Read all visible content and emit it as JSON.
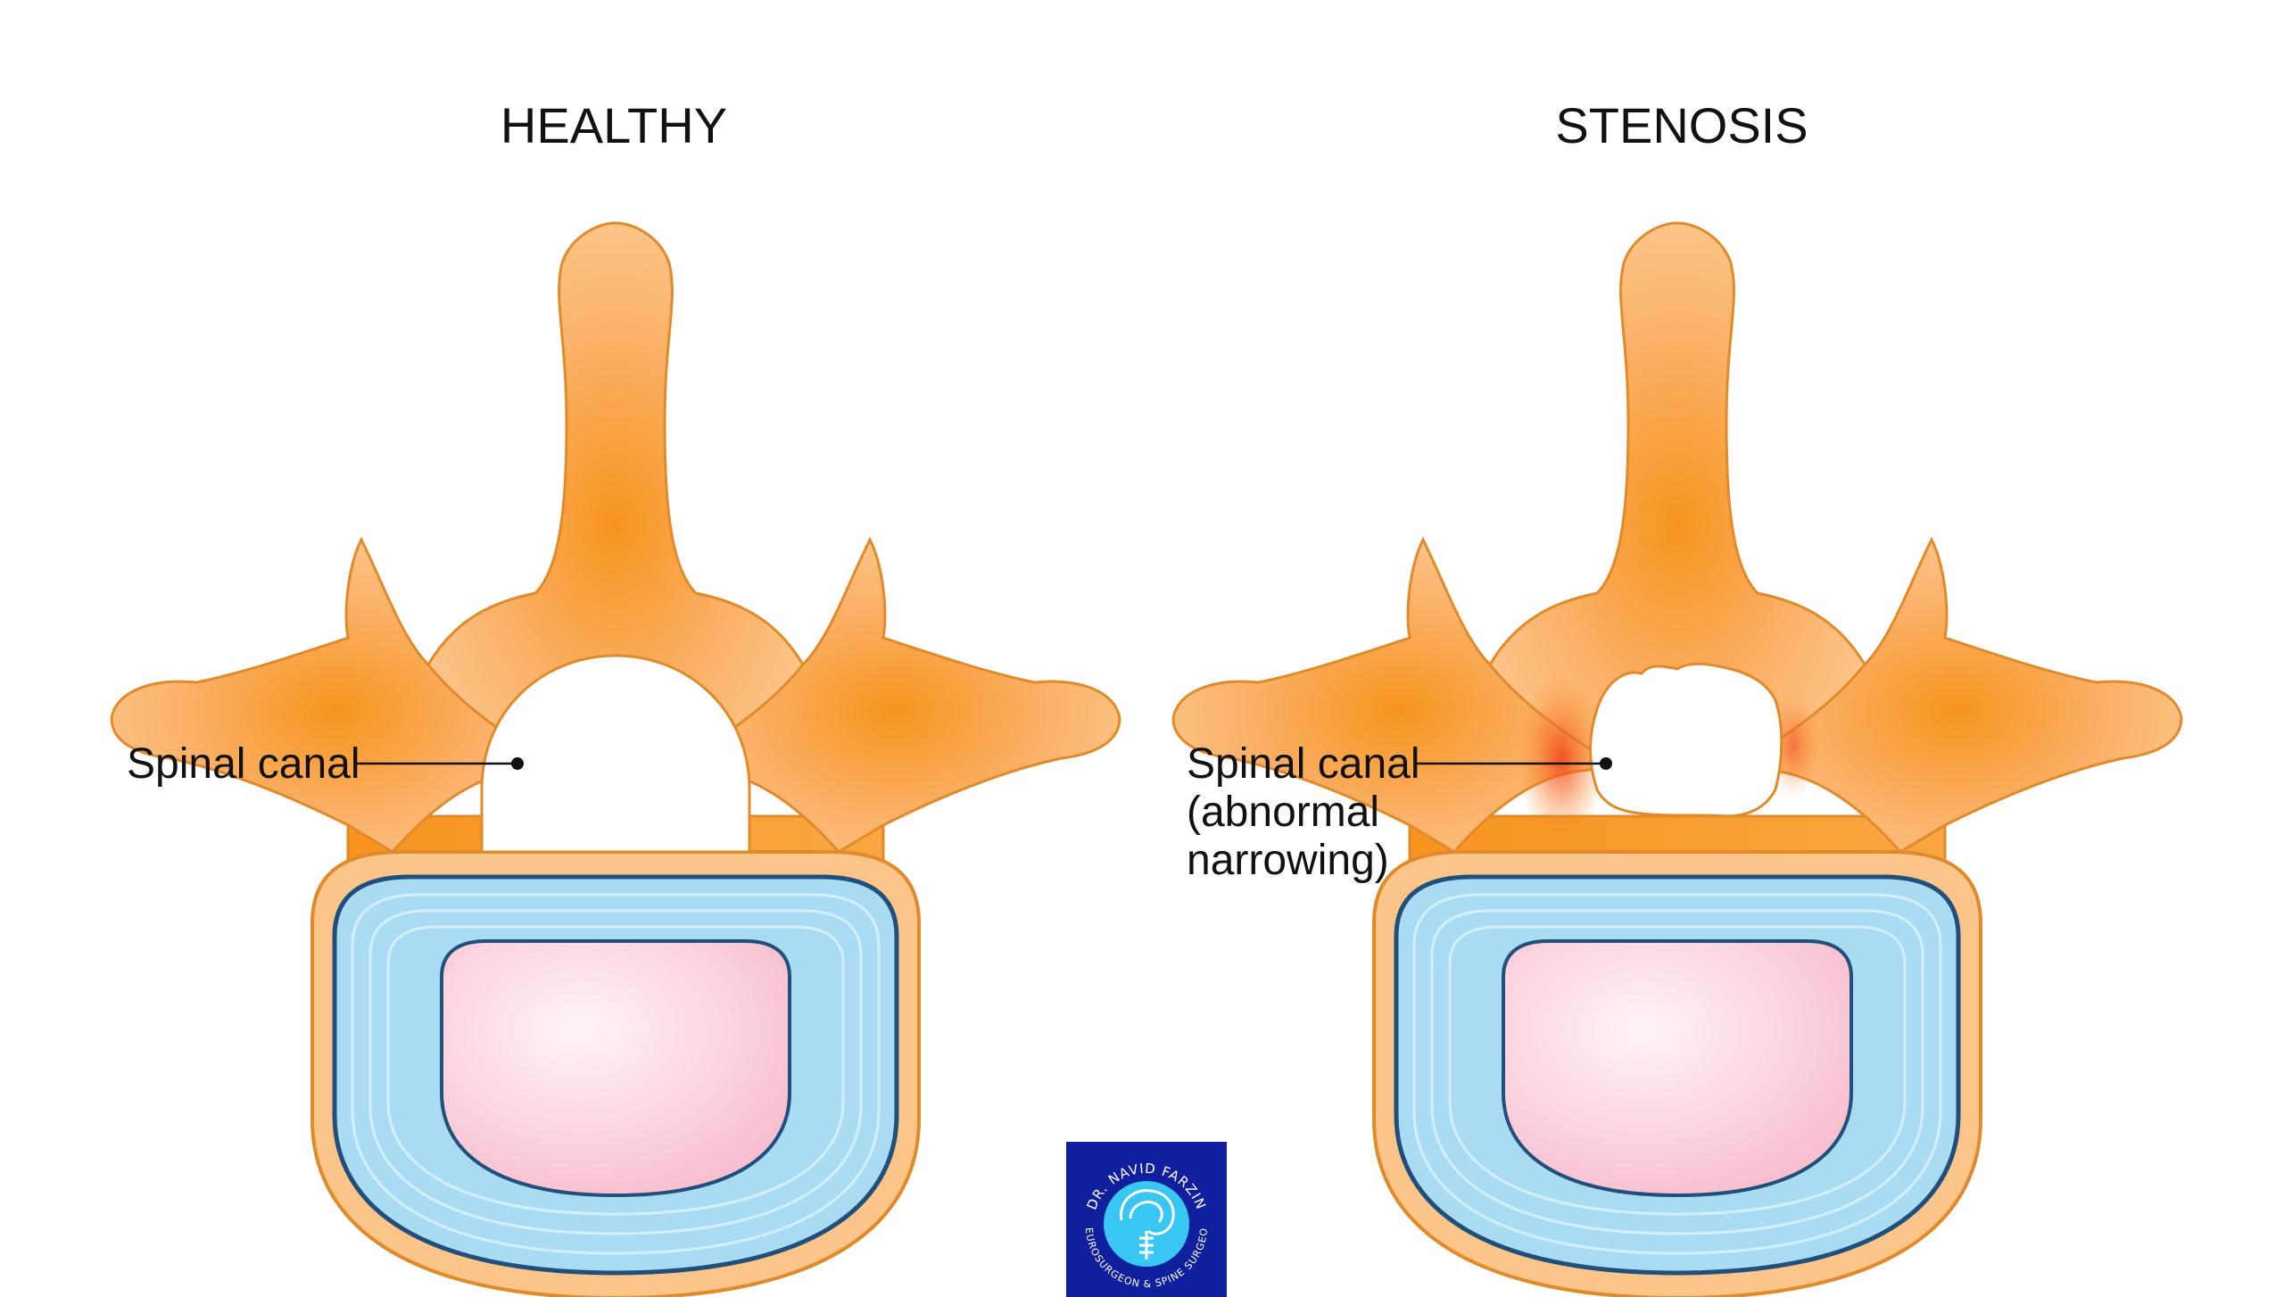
{
  "titles": {
    "left": "HEALTHY",
    "right": "STENOSIS"
  },
  "labels": {
    "healthy_canal": "Spinal canal",
    "stenosis_canal_line1": "Spinal canal",
    "stenosis_canal_line2": "(abnormal",
    "stenosis_canal_line3": "narrowing)"
  },
  "logo": {
    "top_text": "DR. NAVID FARZIN",
    "bottom_text": "NEUROSURGEON & SPINE SURGEON"
  },
  "colors": {
    "bone": "#fbbf7d",
    "bone_dark": "#f7941e",
    "bone_outline": "#e08a2a",
    "disc_ring": "#a9dcf2",
    "disc_outline": "#1f4f7a",
    "nucleus": "#fbd3df",
    "stenosis_red": "#f0451e",
    "logo_bg": "#0f1f9e",
    "logo_circle": "#38c6f2"
  }
}
